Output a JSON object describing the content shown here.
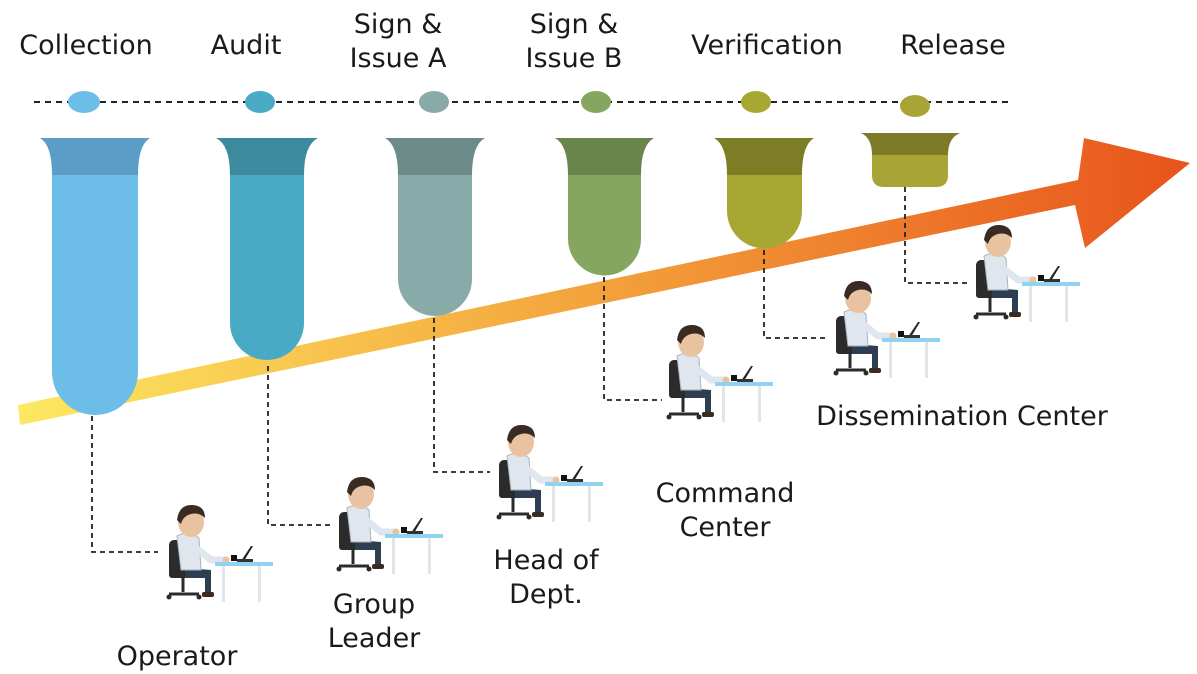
{
  "stages": [
    {
      "line1": "Collection",
      "line2": "",
      "color": "#6dbde9",
      "cap": "#5b9dc6"
    },
    {
      "line1": "Audit",
      "line2": "",
      "color": "#4aaac6",
      "cap": "#3b8a9d"
    },
    {
      "line1": "Sign &",
      "line2": "Issue A",
      "color": "#88abaa",
      "cap": "#6c8a88"
    },
    {
      "line1": "Sign &",
      "line2": "Issue B",
      "color": "#84a65f",
      "cap": "#6a854b"
    },
    {
      "line1": "Verification",
      "line2": "",
      "color": "#a7a733",
      "cap": "#7d7d26"
    },
    {
      "line1": "Release",
      "line2": "",
      "color": "#a9a436",
      "cap": "#7d7a28"
    }
  ],
  "roles": [
    {
      "line1": "Operator",
      "line2": ""
    },
    {
      "line1": "Group",
      "line2": "Leader"
    },
    {
      "line1": "Head of",
      "line2": "Dept."
    },
    {
      "line1": "Command",
      "line2": "Center"
    },
    {
      "line1": "Dissemination Center",
      "line2": ""
    }
  ],
  "arrow": {
    "start_color": "#fde860",
    "mid_color": "#f3a13b",
    "end_color": "#e8531b"
  }
}
